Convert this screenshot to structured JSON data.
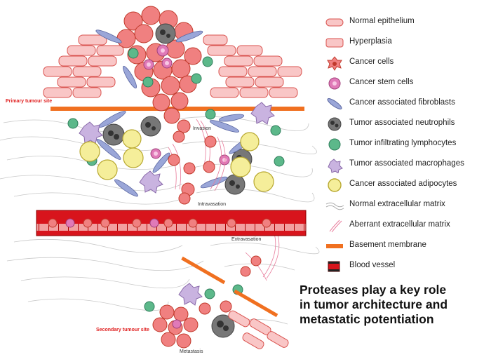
{
  "labels": {
    "primary_site": "Primary tumour site",
    "secondary_site": "Secondary tumour site",
    "invasion": "Invasion",
    "intravasation": "Intravasation",
    "extravasation": "Extravasation",
    "metastasis": "Metastasis"
  },
  "legend": [
    {
      "icon": "normal-epithelium-icon",
      "label": "Normal epithelium"
    },
    {
      "icon": "hyperplasia-icon",
      "label": "Hyperplasia"
    },
    {
      "icon": "cancer-cell-icon",
      "label": "Cancer cells"
    },
    {
      "icon": "cancer-stem-cell-icon",
      "label": "Cancer stem cells"
    },
    {
      "icon": "fibroblast-icon",
      "label": "Cancer associated fibroblasts"
    },
    {
      "icon": "neutrophil-icon",
      "label": "Tumor associated neutrophils"
    },
    {
      "icon": "lymphocyte-icon",
      "label": "Tumor infiltrating  lymphocytes"
    },
    {
      "icon": "macrophage-icon",
      "label": "Tumor associated macrophages"
    },
    {
      "icon": "adipocyte-icon",
      "label": "Cancer associated adipocytes"
    },
    {
      "icon": "normal-ecm-icon",
      "label": "Normal extracellular matrix"
    },
    {
      "icon": "aberrant-ecm-icon",
      "label": "Aberrant extracellular matrix"
    },
    {
      "icon": "basement-membrane-icon",
      "label": "Basement membrane"
    },
    {
      "icon": "blood-vessel-icon",
      "label": "Blood vessel"
    }
  ],
  "caption": {
    "line1": "Proteases play a key role",
    "line2": "in tumor architecture and",
    "line3": "metastatic potentiation"
  },
  "colors": {
    "epithelium_fill": "#f9c6c6",
    "epithelium_stroke": "#d9534f",
    "cancer_fill": "#f08080",
    "cancer_stroke": "#c0392b",
    "stem_fill": "#e07ab8",
    "fibroblast": "#9aa6d8",
    "neutrophil": "#666666",
    "lymphocyte": "#5cb88a",
    "macrophage": "#c9b3e0",
    "adipocyte": "#f5ee9a",
    "membrane": "#f07020",
    "vessel": "#d8141c"
  }
}
